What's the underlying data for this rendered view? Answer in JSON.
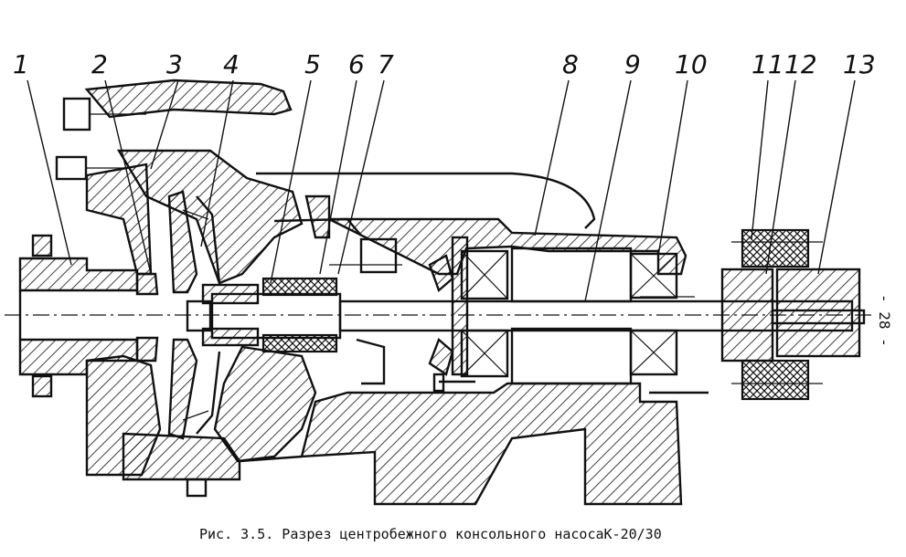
{
  "figure": {
    "caption": "Рис. 3.5. Разрез центробежного консольного насосаК-20/30",
    "side_mark": "- 28 -",
    "part_numbers": [
      "1",
      "2",
      "3",
      "4",
      "5",
      "6",
      "7",
      "8",
      "9",
      "10",
      "11",
      "12",
      "13"
    ]
  }
}
